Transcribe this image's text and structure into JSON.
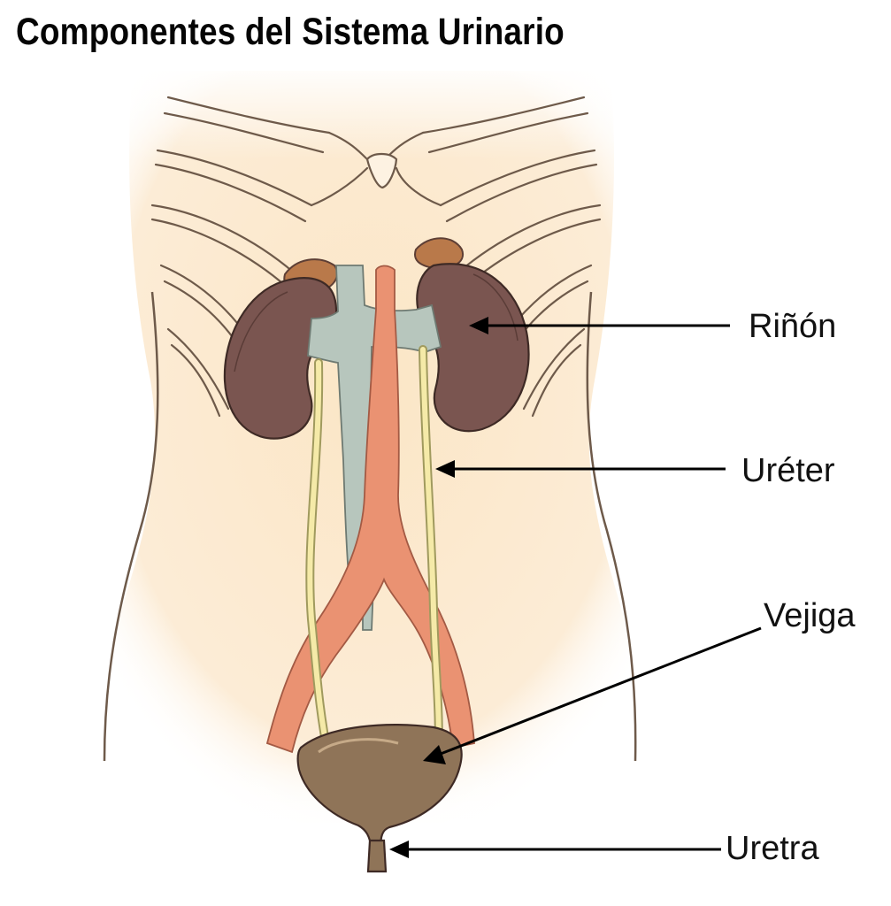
{
  "title": "Componentes del Sistema Urinario",
  "labels": {
    "kidney": "Riñón",
    "ureter": "Uréter",
    "bladder": "Vejiga",
    "urethra": "Uretra"
  },
  "colors": {
    "skin": "#fbe9cd",
    "kidney": "#7a5550",
    "adrenal": "#b9794a",
    "vein": "#b7c6bd",
    "artery": "#ea9272",
    "ureter": "#f5eaa8",
    "bladder": "#8f7458",
    "line": "#000000"
  }
}
